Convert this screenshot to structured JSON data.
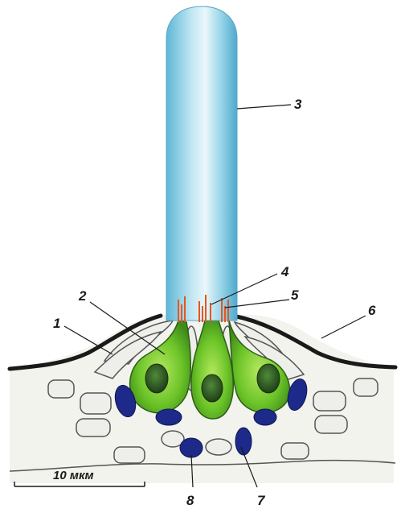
{
  "labels": {
    "l1": "1",
    "l2": "2",
    "l3": "3",
    "l4": "4",
    "l5": "5",
    "l6": "6",
    "l7": "7",
    "l8": "8"
  },
  "scale_bar": {
    "text": "10 мкм"
  },
  "colors": {
    "cupula": "#7cc6e0",
    "hair_cell": "#6cc428",
    "nucleus": "#2f5f22",
    "nerve_ending": "#1d2a8a",
    "supporting_cell": "#f0f0ea",
    "hairs": "#e8551e",
    "membrane": "#1a1a1a"
  }
}
